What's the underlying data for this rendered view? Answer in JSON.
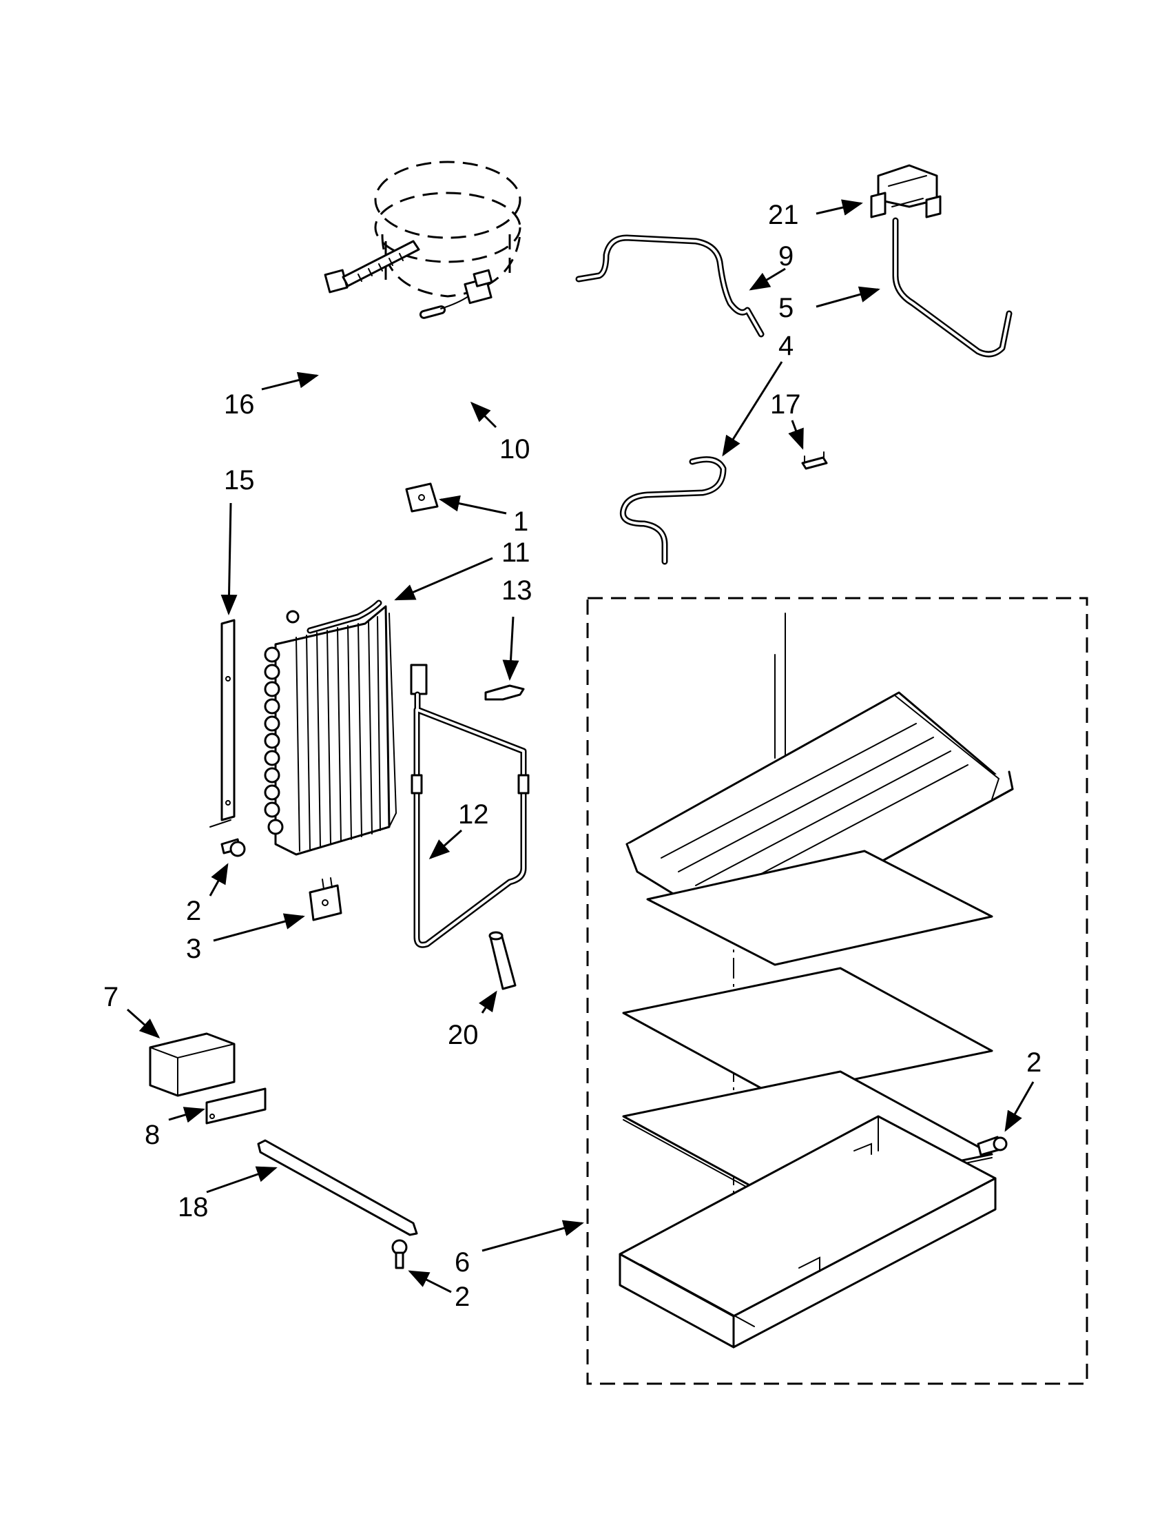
{
  "diagram": {
    "callouts": [
      {
        "id": "c21",
        "label": "21"
      },
      {
        "id": "c9",
        "label": "9"
      },
      {
        "id": "c5",
        "label": "5"
      },
      {
        "id": "c4",
        "label": "4"
      },
      {
        "id": "c17",
        "label": "17"
      },
      {
        "id": "c16",
        "label": "16"
      },
      {
        "id": "c10",
        "label": "10"
      },
      {
        "id": "c15",
        "label": "15"
      },
      {
        "id": "c1",
        "label": "1"
      },
      {
        "id": "c11",
        "label": "11"
      },
      {
        "id": "c13",
        "label": "13"
      },
      {
        "id": "c12",
        "label": "12"
      },
      {
        "id": "c2a",
        "label": "2"
      },
      {
        "id": "c3",
        "label": "3"
      },
      {
        "id": "c7",
        "label": "7"
      },
      {
        "id": "c20",
        "label": "20"
      },
      {
        "id": "c8",
        "label": "8"
      },
      {
        "id": "c18",
        "label": "18"
      },
      {
        "id": "c6",
        "label": "6"
      },
      {
        "id": "c2b",
        "label": "2"
      },
      {
        "id": "c2c",
        "label": "2"
      }
    ]
  }
}
